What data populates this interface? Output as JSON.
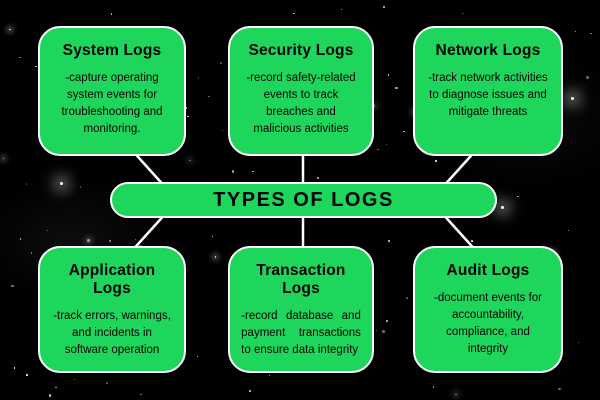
{
  "title": {
    "label": "TYPES OF LOGS"
  },
  "colors": {
    "box_green": "#1ed65c",
    "border_white": "#ffffff",
    "background": "#000000",
    "text_black": "#000000"
  },
  "boxes": [
    {
      "id": "system-logs",
      "heading": "System Logs",
      "description": "-capture operating system events for troubleshooting and monitoring.",
      "align": "center"
    },
    {
      "id": "security-logs",
      "heading": "Security Logs",
      "description": "-record safety-related events to track breaches and malicious activities",
      "align": "center"
    },
    {
      "id": "network-logs",
      "heading": "Network Logs",
      "description": "-track network activities to diagnose issues and mitigate threats",
      "align": "center"
    },
    {
      "id": "application-logs",
      "heading": "Application Logs",
      "description": "-track errors, warnings, and incidents in software operation",
      "align": "center"
    },
    {
      "id": "transaction-logs",
      "heading": "Transaction Logs",
      "description": "-record database and payment transactions to ensure data integrity",
      "align": "justify"
    },
    {
      "id": "audit-logs",
      "heading": "Audit Logs",
      "description": "-document events for accountability, compliance, and integrity",
      "align": "center"
    }
  ]
}
